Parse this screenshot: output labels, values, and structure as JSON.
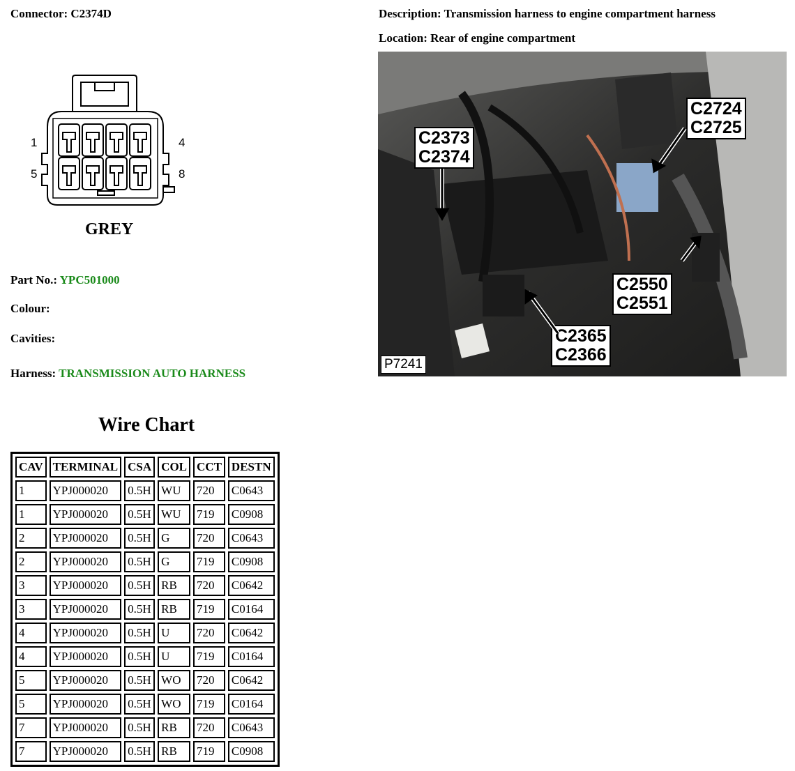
{
  "connector": {
    "label": "Connector:",
    "value": "C2374D",
    "diagram": {
      "pin_labels": [
        "1",
        "4",
        "5",
        "8"
      ],
      "colour_label": "GREY"
    }
  },
  "description": {
    "label": "Description:",
    "value": "Transmission harness to engine compartment harness"
  },
  "location": {
    "label": "Location:",
    "value": "Rear of engine compartment"
  },
  "photo": {
    "code": "P7241",
    "callouts": [
      {
        "line1": "C2373",
        "line2": "C2374"
      },
      {
        "line1": "C2724",
        "line2": "C2725"
      },
      {
        "line1": "C2550",
        "line2": "C2551"
      },
      {
        "line1": "C2365",
        "line2": "C2366"
      }
    ]
  },
  "part_no": {
    "label": "Part No.:",
    "value": "YPC501000"
  },
  "colour": {
    "label": "Colour:",
    "value": ""
  },
  "cavities": {
    "label": "Cavities:",
    "value": ""
  },
  "harness": {
    "label": "Harness:",
    "value": "TRANSMISSION AUTO HARNESS"
  },
  "colors": {
    "green_value": "#1a8a1a"
  },
  "wire_chart": {
    "title": "Wire Chart",
    "headers": [
      "CAV",
      "TERMINAL",
      "CSA",
      "COL",
      "CCT",
      "DESTN"
    ],
    "rows": [
      [
        "1",
        "YPJ000020",
        "0.5H",
        "WU",
        "720",
        "C0643"
      ],
      [
        "1",
        "YPJ000020",
        "0.5H",
        "WU",
        "719",
        "C0908"
      ],
      [
        "2",
        "YPJ000020",
        "0.5H",
        "G",
        "720",
        "C0643"
      ],
      [
        "2",
        "YPJ000020",
        "0.5H",
        "G",
        "719",
        "C0908"
      ],
      [
        "3",
        "YPJ000020",
        "0.5H",
        "RB",
        "720",
        "C0642"
      ],
      [
        "3",
        "YPJ000020",
        "0.5H",
        "RB",
        "719",
        "C0164"
      ],
      [
        "4",
        "YPJ000020",
        "0.5H",
        "U",
        "720",
        "C0642"
      ],
      [
        "4",
        "YPJ000020",
        "0.5H",
        "U",
        "719",
        "C0164"
      ],
      [
        "5",
        "YPJ000020",
        "0.5H",
        "WO",
        "720",
        "C0642"
      ],
      [
        "5",
        "YPJ000020",
        "0.5H",
        "WO",
        "719",
        "C0164"
      ],
      [
        "7",
        "YPJ000020",
        "0.5H",
        "RB",
        "720",
        "C0643"
      ],
      [
        "7",
        "YPJ000020",
        "0.5H",
        "RB",
        "719",
        "C0908"
      ]
    ]
  }
}
